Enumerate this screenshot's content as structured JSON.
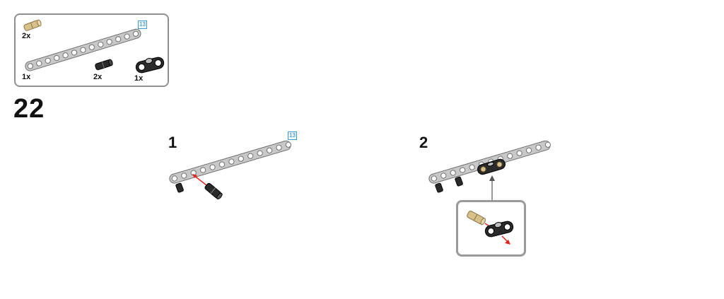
{
  "parts_list": {
    "items": [
      {
        "part": "tan-axle-pin",
        "qty": "2x"
      },
      {
        "part": "gray-beam-13",
        "qty": "1x",
        "length_badge": "13"
      },
      {
        "part": "black-friction-pin",
        "qty": "2x"
      },
      {
        "part": "black-connector",
        "qty": "1x"
      }
    ]
  },
  "step": {
    "number": "22"
  },
  "substeps": [
    {
      "number": "1",
      "length_badge": "13"
    },
    {
      "number": "2"
    }
  ],
  "colors": {
    "beam": "#c8c8c8",
    "beam_edge": "#6f6f6f",
    "tan": "#d8c08a",
    "black_part": "#2a2a2a",
    "arrow_red": "#e0241b",
    "callout_border": "#9a9a9a",
    "badge_blue": "#3d9ad0"
  }
}
